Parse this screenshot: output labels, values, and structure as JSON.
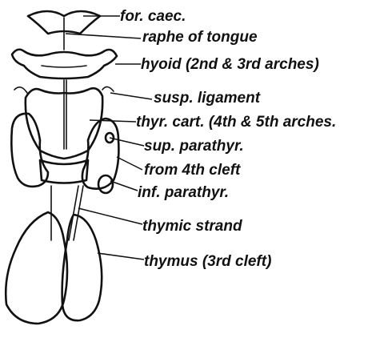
{
  "figure": {
    "labels": [
      {
        "id": "for-caec",
        "text": "for. caec."
      },
      {
        "id": "raphe",
        "text": "raphe of tongue"
      },
      {
        "id": "hyoid",
        "text": "hyoid (2nd & 3rd arches)"
      },
      {
        "id": "susp",
        "text": "susp. ligament"
      },
      {
        "id": "thyr",
        "text": "thyr. cart. (4th & 5th arches."
      },
      {
        "id": "sup-parathyr",
        "text": "sup. parathyr."
      },
      {
        "id": "from-4th",
        "text": "from 4th cleft"
      },
      {
        "id": "inf-parathyr",
        "text": "inf. parathyr."
      },
      {
        "id": "thymic-strand",
        "text": "thymic strand"
      },
      {
        "id": "thymus",
        "text": "thymus (3rd cleft)"
      }
    ]
  }
}
